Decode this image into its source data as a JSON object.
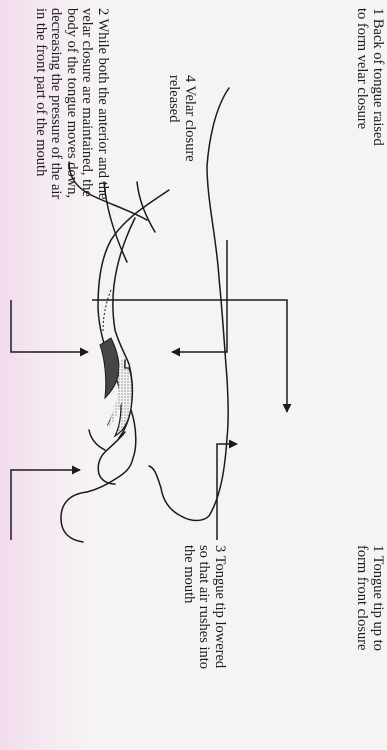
{
  "figure": {
    "labels": {
      "back_tongue": "1 Back of tongue raised\nto form velar closure",
      "tongue_body": "2 While both the anterior and the\nvelar closure are maintained, the\nbody of the tongue moves down,\ndecreasing the pressure of the air\nin the front part of the mouth",
      "tongue_tip_lowered": "3  Tongue tip lowered\nso that air rushes into\nthe mouth",
      "tongue_tip_up": "1  Tongue tip up to\nform front closure",
      "velar_released": "4 Velar closure\nreleased"
    },
    "colors": {
      "ink": "#1b1b1b",
      "paper": "#f6f3f5",
      "highlight": "#eec8e4"
    }
  }
}
